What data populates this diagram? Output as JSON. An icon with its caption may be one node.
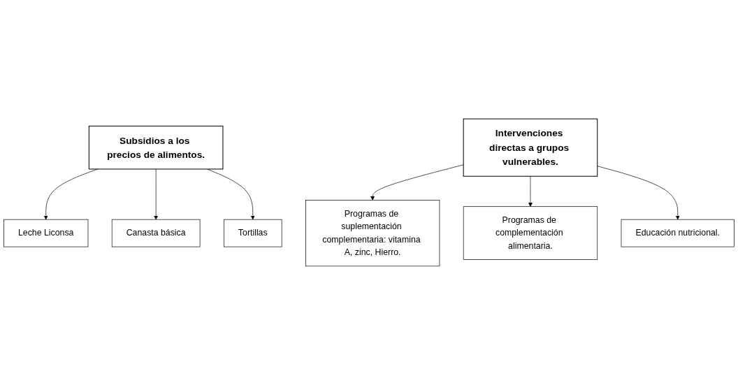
{
  "diagram": {
    "nodes": [
      {
        "text": [
          "Subsidios a los precios de alimentos."
        ]
      },
      {
        "text": [
          "Leche Liconsa"
        ]
      },
      {
        "text": [
          "Canasta básica"
        ]
      },
      {
        "text": [
          "Tortillas"
        ]
      },
      {
        "text": [
          "Intervenciones directas a grupos vulnerables."
        ]
      },
      {
        "text": [
          "Programas de suplementación complementaria: vitamina A, zinc, Hierro."
        ]
      },
      {
        "text": [
          "Programas de complementación alimentaria."
        ]
      },
      {
        "text": [
          "Educación nutricional."
        ]
      }
    ],
    "edges": [
      {
        "from": 0,
        "to": 1,
        "arrow": "to"
      },
      {
        "from": 0,
        "to": 2,
        "arrow": "to"
      },
      {
        "from": 0,
        "to": 3,
        "arrow": "to"
      },
      {
        "from": 4,
        "to": 5,
        "arrow": "to"
      },
      {
        "from": 4,
        "to": 6,
        "arrow": "to"
      },
      {
        "from": 4,
        "to": 7,
        "arrow": "to"
      }
    ]
  }
}
